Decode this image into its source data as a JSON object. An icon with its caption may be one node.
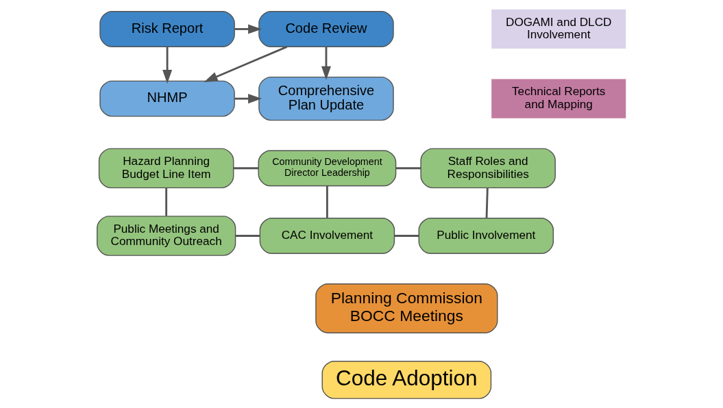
{
  "diagram": {
    "nodes": [
      {
        "text": [
          "Risk Report"
        ]
      },
      {
        "text": [
          "Code Review"
        ]
      },
      {
        "text": [
          "NHMP"
        ]
      },
      {
        "text": [
          "Comprehensive Plan Update"
        ]
      },
      {
        "text": [
          "Hazard Planning Budget Line Item"
        ]
      },
      {
        "text": [
          "Community Development Director Leadership"
        ]
      },
      {
        "text": [
          "Staff Roles and Responsibilities"
        ]
      },
      {
        "text": [
          "Public Meetings and Community Outreach"
        ]
      },
      {
        "text": [
          "CAC Involvement"
        ]
      },
      {
        "text": [
          "Public Involvement"
        ]
      },
      {
        "text": [
          "Planning Commission BOCC Meetings"
        ]
      },
      {
        "text": [
          "Code Adoption"
        ]
      }
    ],
    "edges": [
      {
        "from": 0,
        "to": 1,
        "arrow": "to"
      },
      {
        "from": 0,
        "to": 2,
        "arrow": "to"
      },
      {
        "from": 1,
        "to": 2,
        "arrow": "to"
      },
      {
        "from": 1,
        "to": 3,
        "arrow": "to"
      },
      {
        "from": 2,
        "to": 3,
        "arrow": "to"
      },
      {
        "from": 4,
        "to": 5,
        "arrow": "none"
      },
      {
        "from": 5,
        "to": 6,
        "arrow": "none"
      },
      {
        "from": 4,
        "to": 7,
        "arrow": "none"
      },
      {
        "from": 5,
        "to": 8,
        "arrow": "none"
      },
      {
        "from": 6,
        "to": 9,
        "arrow": "none"
      },
      {
        "from": 7,
        "to": 8,
        "arrow": "none"
      },
      {
        "from": 8,
        "to": 9,
        "arrow": "none"
      }
    ],
    "legend": [
      {
        "text": "DOGAMI and DLCD Involvement",
        "color": "#d9d2e9"
      },
      {
        "text": "Technical Reports and Mapping",
        "color": "#c27ba0"
      }
    ]
  }
}
